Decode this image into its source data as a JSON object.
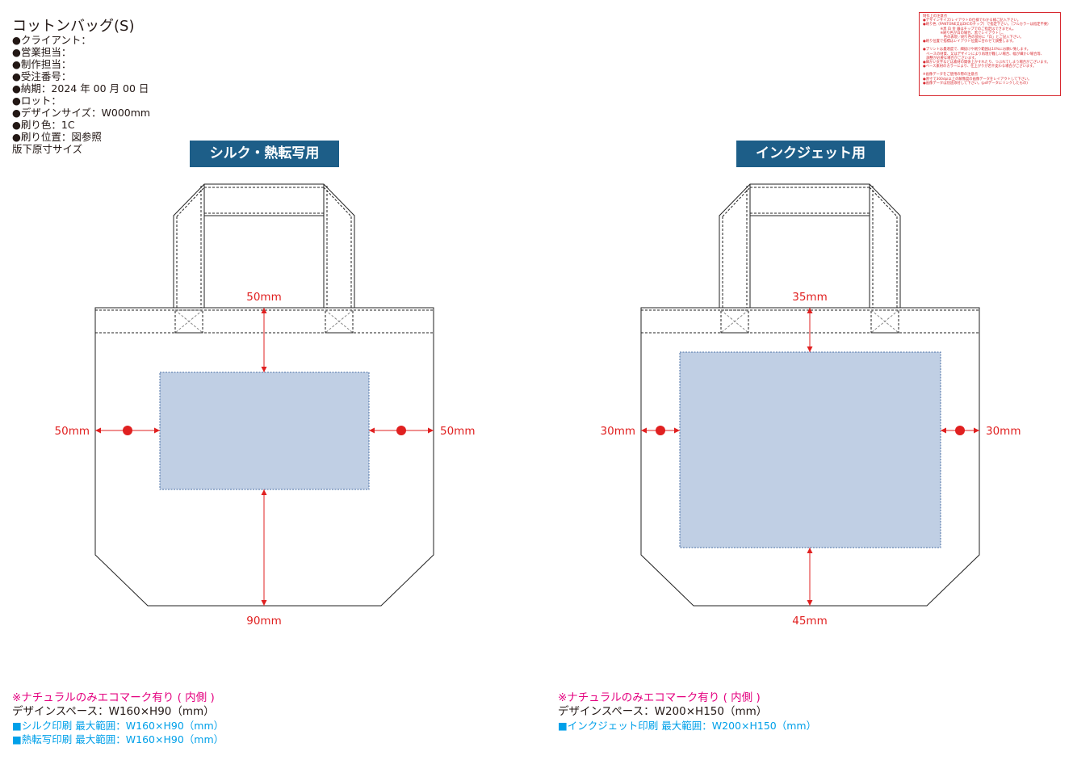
{
  "info": {
    "title": "コットンバッグ(S)",
    "lines": [
      "●クライアント：",
      "●営業担当：",
      "●制作担当：",
      "●受注番号：",
      "●納期：2024 年 00 月 00 日",
      "●ロット：",
      "●デザインサイズ：W000mm",
      "●刷り色：1C",
      "●刷り位置：図参照",
      "版下原寸サイズ"
    ]
  },
  "notes": {
    "lines": [
      "制作上の注意点",
      "●デザインサイズ/レイアウトの仕様でわかる様ご記入下さい。",
      "●刷り色（PANTONE又はDICのチップ）で指定下さい。（フルカラーは指定不要）",
      "　　　　　※黒 白 金 銀はチップでのご指定はできません。",
      "　　　　　※刷り色が白の場合、黒でレイアウトし、",
      "　　　　　　色の表現／刷り色の部分に「白」とご記入下さい。",
      "●刷り位置で指標はレイアウト位置に合わせて調整します。",
      "",
      "●プリントは最適度で、細抜けや刷り範囲は10%にお願い致します。",
      "　ベースの材質、又はデザインにより再現が難しい場合、幅が細かい場合等、",
      "　調整が必要な場合がございます。",
      "●細かい文字などは素材の関係上かすれたり、つぶれてしまう場合がございます。",
      "●ベース素材のカラーにより、仕上がりが若干変わる場合がございます。",
      "",
      "※画像データをご使用の際の注意点",
      "●原寸で300dpi以上の解像度の画像データをレイアウトして下さい。",
      "●画像データは別途添付して下さい。(pdfデータにリンクしたもの)"
    ]
  },
  "left": {
    "banner": "シルク・熱転写用",
    "top": "50mm",
    "bottom": "90mm",
    "side_left": "50mm",
    "side_right": "50mm",
    "note": "※ナチュラルのみエコマーク有り ( 内側 )",
    "space": "デザインスペース：W160×H90（mm）",
    "ranges": [
      "■シルク印刷 最大範囲：W160×H90（mm）",
      "■熱転写印刷 最大範囲：W160×H90（mm）"
    ]
  },
  "right": {
    "banner": "インクジェット用",
    "top": "35mm",
    "bottom": "45mm",
    "side_left": "30mm",
    "side_right": "30mm",
    "note": "※ナチュラルのみエコマーク有り ( 内側 )",
    "space": "デザインスペース：W200×H150（mm）",
    "ranges": [
      "■インクジェット印刷 最大範囲：W200×H150（mm）"
    ]
  },
  "colors": {
    "banner": "#1d5e88",
    "dimension": "#e02020",
    "print_area": "#c0cfe4",
    "pink": "#e4007f",
    "blue": "#00a0e9",
    "note_red": "#d7282f"
  }
}
